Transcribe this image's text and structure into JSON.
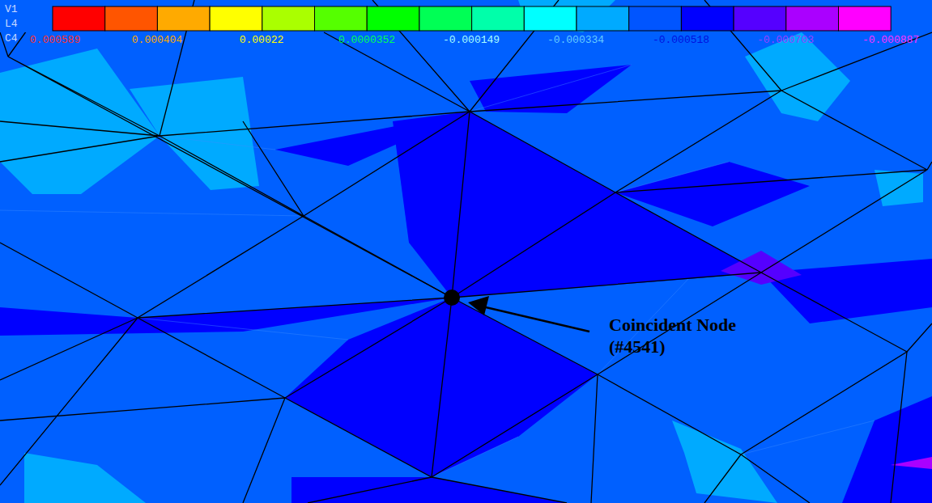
{
  "diagram": {
    "labels": [
      "V1",
      "L4",
      "C4",
      "0.000589",
      "0.000404",
      "0.00022",
      "0.0000352",
      "-0.000149",
      "-0.000334",
      "-0.000518",
      "-0.000703",
      "-0.000887",
      "Coincident Node (#4541)"
    ]
  }
}
